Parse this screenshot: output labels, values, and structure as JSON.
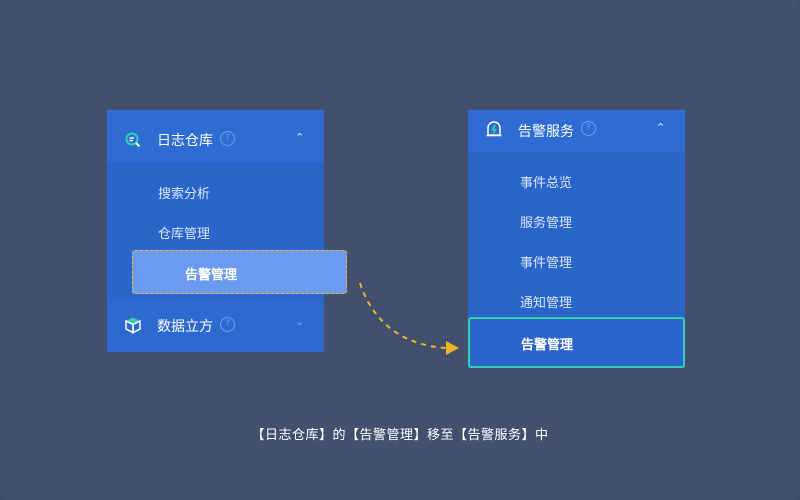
{
  "left_menu": {
    "header": {
      "title": "日志仓库",
      "icon": "log-search-icon",
      "help": "?",
      "chevron": "⌃"
    },
    "items": [
      {
        "label": "搜索分析"
      },
      {
        "label": "仓库管理"
      }
    ],
    "dragged_item": {
      "label": "告警管理"
    },
    "footer": {
      "title": "数据立方",
      "icon": "cube-icon",
      "help": "?",
      "chevron": "⌄"
    }
  },
  "right_menu": {
    "header": {
      "title": "告警服务",
      "icon": "alarm-bell-icon",
      "help": "?",
      "chevron": "⌃"
    },
    "items": [
      {
        "label": "事件总览"
      },
      {
        "label": "服务管理"
      },
      {
        "label": "事件管理"
      },
      {
        "label": "通知管理"
      }
    ],
    "drop_target": {
      "label": "告警管理"
    }
  },
  "caption": "【日志仓库】的【告警管理】移至【告警服务】中",
  "colors": {
    "background": "#42506e",
    "menu": "#2d6ad0",
    "drag_border": "#f0b429",
    "target_border": "#2fd1b3",
    "dragged_fill": "#6b9af0"
  }
}
